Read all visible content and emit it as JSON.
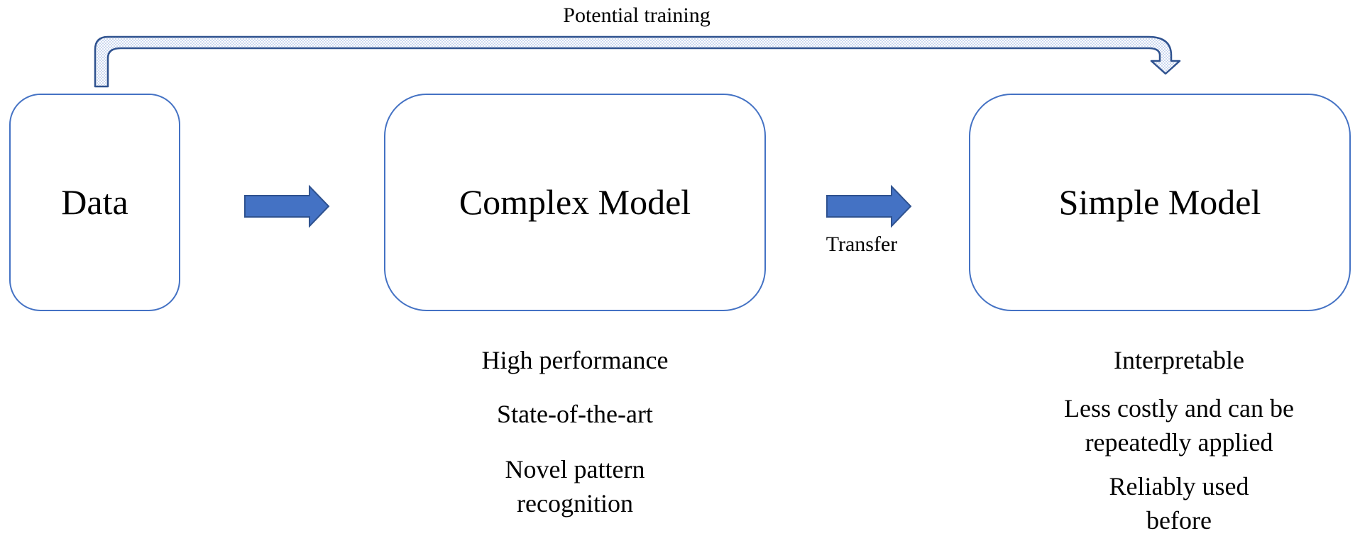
{
  "top_arrow": {
    "label": "Potential training"
  },
  "boxes": {
    "data": {
      "title": "Data"
    },
    "complex": {
      "title": "Complex Model"
    },
    "simple": {
      "title": "Simple Model"
    }
  },
  "transfer_arrow": {
    "label": "Transfer"
  },
  "complex_properties": [
    "High performance",
    "State-of-the-art",
    "Novel pattern\nrecognition"
  ],
  "simple_properties": [
    "Interpretable",
    "Less costly and can be\nrepeatedly applied",
    "Reliably used\nbefore"
  ],
  "colors": {
    "box_border": "#4472c4",
    "arrow_fill": "#4472c4",
    "arrow_stroke": "#2f528f",
    "curved_arrow_stroke": "#2f528f",
    "curved_arrow_dots": "#8faadc"
  }
}
